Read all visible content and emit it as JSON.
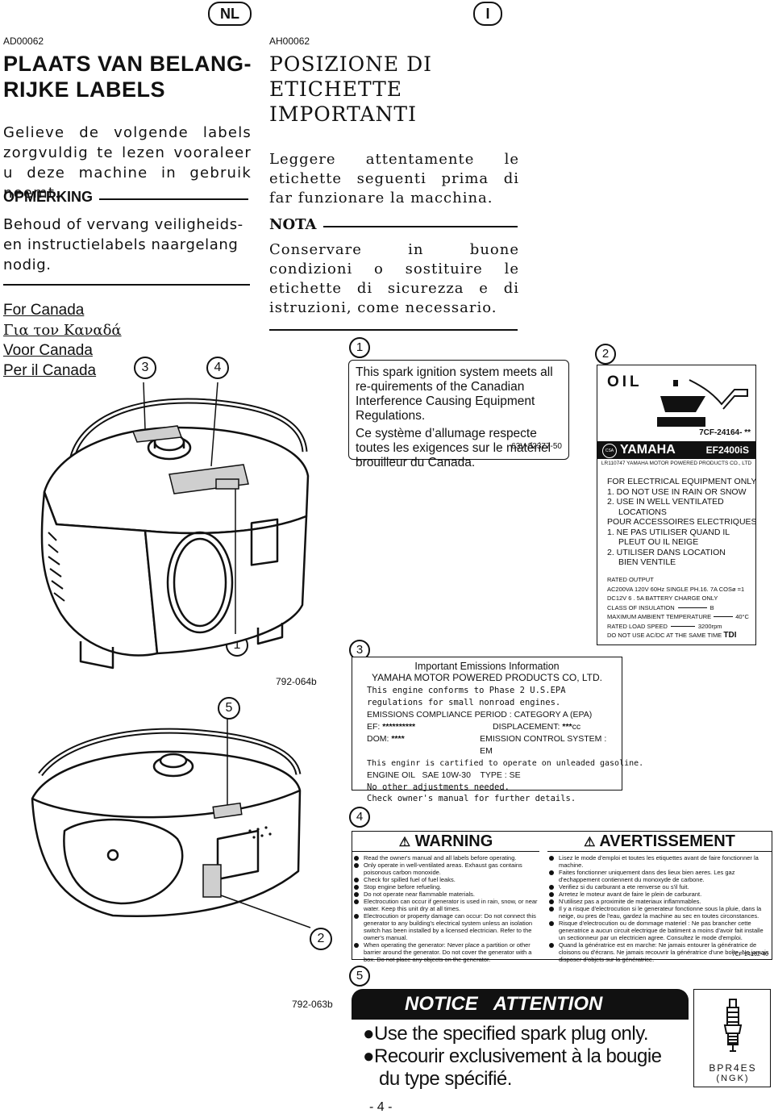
{
  "header": {
    "lang_nl": "NL",
    "lang_it": "I"
  },
  "nl": {
    "code": "AD00062",
    "title_lines": [
      "PLAATS VAN BELANG-",
      "RIJKE LABELS"
    ],
    "intro": "Gelieve de volgende labels zorgvuldig te lezen vooraleer u deze machine in gebruik neemt.",
    "note_head": "OPMERKING",
    "note_text": "Behoud of vervang veiligheids-en instructielabels naargelang nodig."
  },
  "it": {
    "code": "AH00062",
    "title_lines": [
      "POSIZIONE DI",
      "ETICHETTE",
      "IMPORTANTI"
    ],
    "intro": "Leggere attentamente le etichette seguenti prima di far funzionare la macchina.",
    "note_head": "NOTA",
    "note_text": "Conservare in buone condizioni o sostituire le etichette di sicurezza e di istruzioni, come necessario."
  },
  "canada": [
    "For Canada",
    "Για τον Καναδά",
    "Voor Canada",
    "Per il Canada"
  ],
  "callouts": {
    "c1": "1",
    "c2": "2",
    "c3": "3",
    "c4": "4",
    "c5": "5"
  },
  "figure_codes": {
    "top": "792-064b",
    "bottom": "792-063b"
  },
  "label1": {
    "text_en": "This spark ignition system meets all re-quirements of the Canadian Interference Causing Equipment Regulations.",
    "text_fr": "Ce système d’allumage respecte toutes les exigences sur le matériel brouilleur du Canada.",
    "code": "63V-82377-50"
  },
  "label2": {
    "oil": "OIL",
    "part": "7CF-24164- **",
    "brand": "YAMAHA",
    "model": "EF2400iS",
    "csa_mark": "CSA",
    "lr": "LR110747 YAMAHA MOTOR POWERED PRODUCTS CO., LTD",
    "lines": [
      "FOR ELECTRICAL EQUIPMENT ONLY",
      "1. DO NOT USE IN RAIN OR SNOW",
      "2. USE IN WELL VENTILATED",
      "LOCATIONS",
      "POUR ACCESSOIRES ELECTRIQUES",
      "1. NE PAS UTILISER QUAND IL",
      "PLEUT OU IL NEIGE",
      "2. UTILISER DANS LOCATION",
      "BIEN VENTILE"
    ],
    "rated_output": "RATED OUTPUT",
    "ac_line": "AC200VA  120V  60Hz  SINGLE PH.16. 7A  COSø =1",
    "dc_line": "DC12V  6 . 5A  BATTERY  CHARGE ONLY",
    "class_line": "CLASS  OF  INSULATION",
    "class_val": "B",
    "temp_line": "MAXIMUM  AMBIENT  TEMPERATURE",
    "temp_val": "40°C",
    "speed_line": "RATED LOAD SPEED",
    "speed_val": "3200rpm",
    "acdc_line": "DO  NOT  USE  AC/DC  AT  THE  SAME TIME",
    "tdi": "TDI"
  },
  "label3": {
    "title": "Important  Emissions  Information",
    "company": "YAMAHA MOTOR POWERED PRODUCTS CO, LTD.",
    "conform": "This engine conforms to Phase 2 U.S.EPA regulations for small nonroad engines.",
    "emissions": "EMISSIONS  COMPLIANCE  PERIOD : CATEGORY  A  (EPA)",
    "ef_label": "EF:",
    "ef_val": "**********",
    "disp_label": "DISPLACEMENT:",
    "disp_val": "***",
    "disp_unit": "cc",
    "dom_label": "DOM:",
    "dom_val": "****",
    "ecs": "EMISSION CONTROL SYSTEM : EM",
    "certified": "This enginr  is  cartified to  operate on unleaded gasoline.",
    "oil": "ENGINE OIL   SAE 10W-30    TYPE : SE",
    "adjust": "No other adjustments needed.",
    "manual": "Check owner's manual for further details."
  },
  "label4": {
    "warning": "WARNING",
    "avert": "AVERTISSEMENT",
    "en": [
      "Read the owner's manual and all labels before operating.",
      "Only operate in well-ventilated areas. Exhaust gas contains poisonous carbon monoxide.",
      "Check for spilled fuel of fuel leaks.",
      "Stop engine before refueling.",
      "Do not operate near flammable materials.",
      "Electrocution can occur if generator is used in rain, snow, or near water. Keep this unit dry at all times.",
      "Electrocution or property damage can occur: Do not connect this generator to any building's electrical system unless an isolation switch has been installed by a licensed electrician. Refer to the owner's manual.",
      "When operating the generator: Never place a partition or other barrier around the generator. Do not cover the generator with a box. Do not place any objects on the generator."
    ],
    "fr": [
      "Lisez le mode d'emploi et toutes les etiquettes avant de faire fonctionner la machine.",
      "Faites fonctionner uniquement dans des lieux bien aeres. Les gaz d'echappement contiennent du monoxyde de carbone.",
      "Verifiez si du carburant a ete renverse ou s'il fuit.",
      "Arretez le moteur avant de faire le plein de carburant.",
      "N'utilisez pas a proximite de materiaux inflammables.",
      "Il y a risque d'electrocution si le generateur fonctionne sous la pluie, dans la neige, ou pres de l'eau, gardez la machine au sec en toutes circonstances.",
      "Risque d'electrocution ou de dommage materiel : Ne pas brancher cette generatrice a aucun circuit electrique de batiment a moins d'avoir fait installe un sectionneur par un electricien agree. Consultez le mode d'emploi.",
      "Quand la génératrice est en marche: Ne jamais entourer la génératrice de cloisons ou d'écrans. Ne jamais recouvrir la génératrice d'une boîte. Ne jamais disposer d'objets sur la génératrice."
    ],
    "code": "7CF-24162-40"
  },
  "label5": {
    "header": "NOTICE   ATTENTION",
    "line1": "Use the specified spark plug only.",
    "line2a": "Recourir exclusivement à la bougie",
    "line2b": "du type spécifié.",
    "plug": "BPR4ES",
    "plug_brand": "(NGK)"
  },
  "page_number": "- 4 -"
}
